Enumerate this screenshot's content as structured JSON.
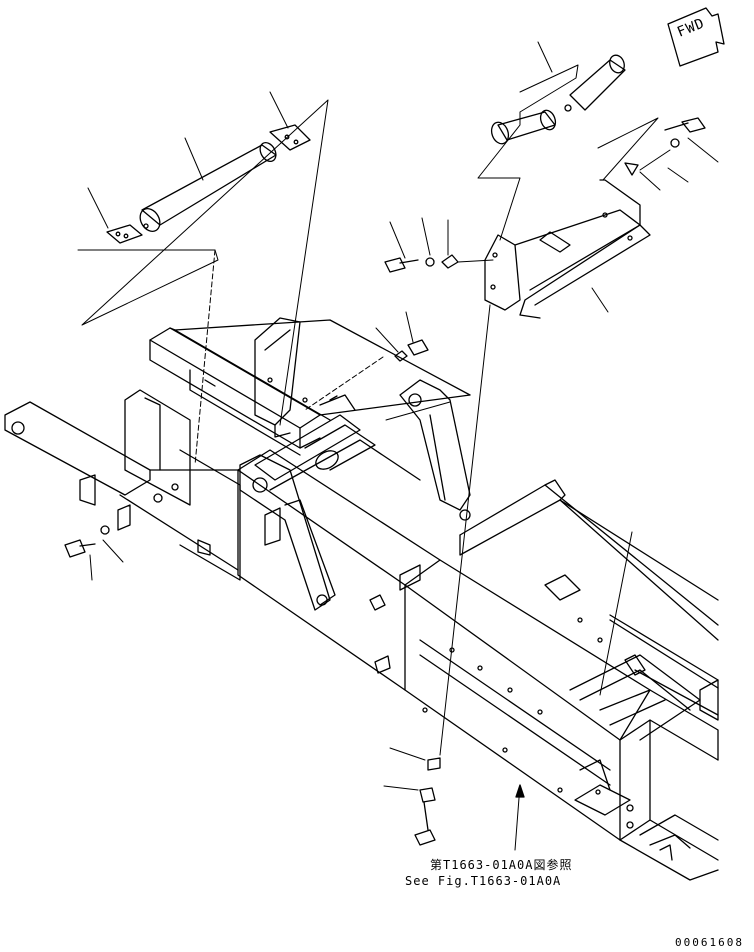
{
  "direction_marker": {
    "label": "FWD"
  },
  "reference": {
    "japanese": "第T1663-01A0A図参照",
    "english": "See Fig.T1663-01A0A"
  },
  "drawing_number": "00061608",
  "colors": {
    "line": "#000000",
    "background": "#ffffff"
  }
}
